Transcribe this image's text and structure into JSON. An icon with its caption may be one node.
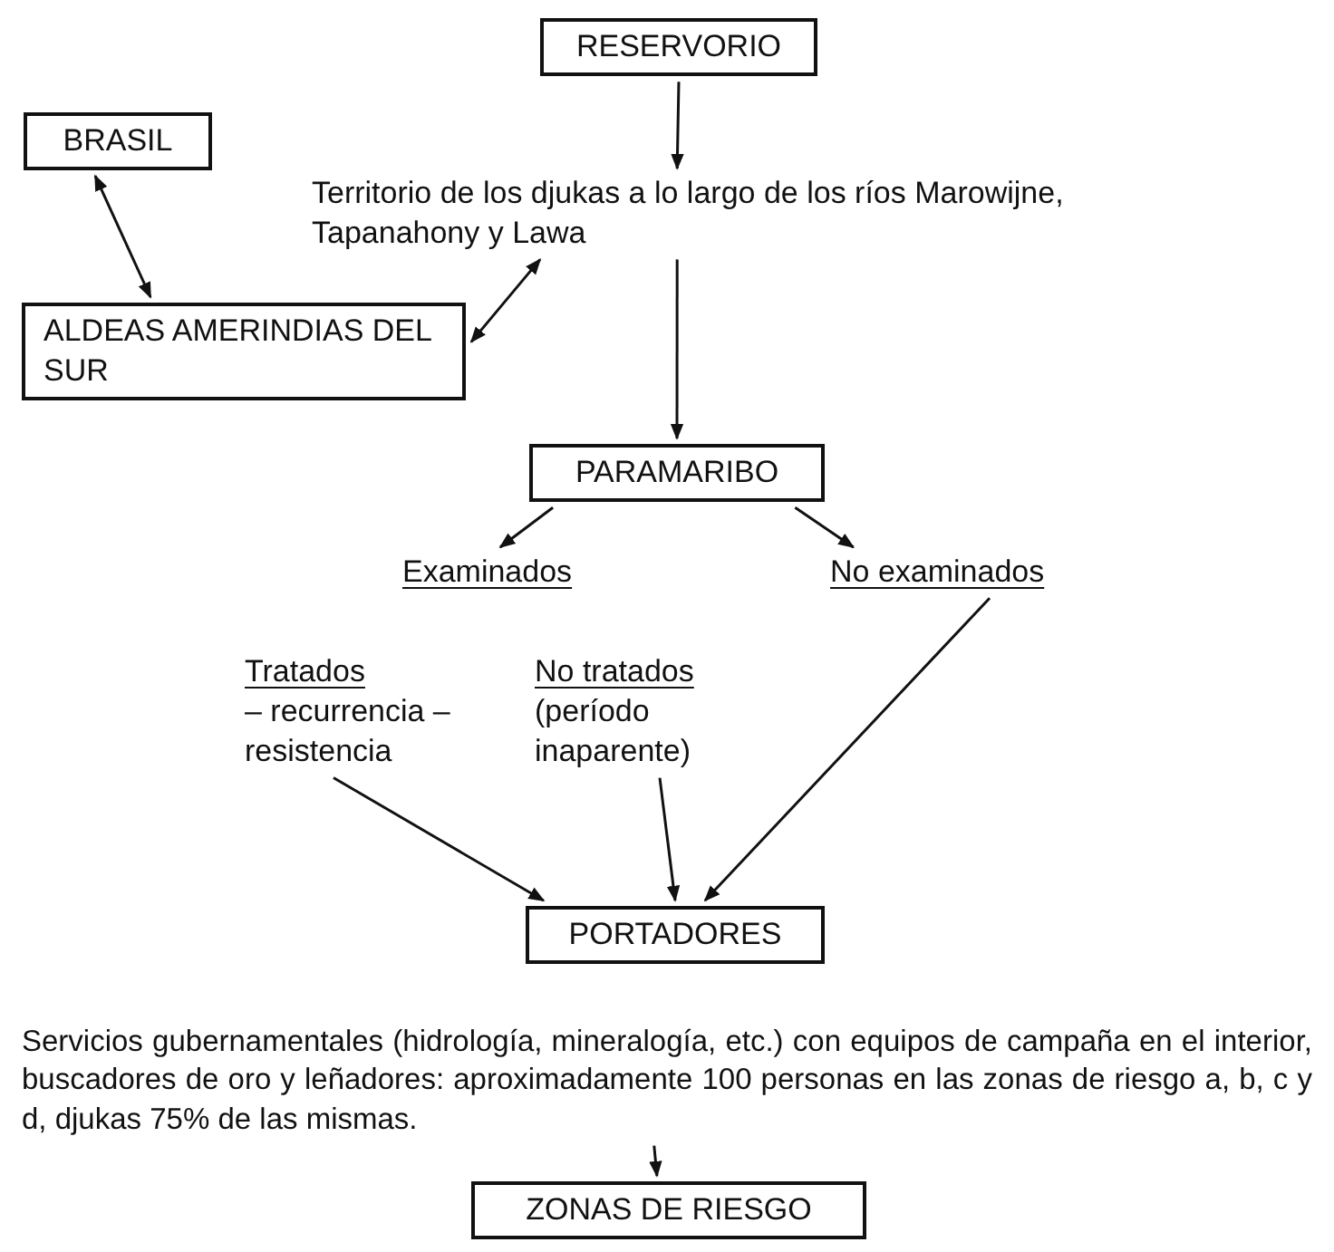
{
  "diagram": {
    "nodes": [
      {
        "text": [
          "RESERVORIO"
        ]
      },
      {
        "text": [
          "BRASIL"
        ]
      },
      {
        "text": [
          "Territorio de los djukas a lo largo de los ríos Marowijne, Tapanahony y Lawa"
        ]
      },
      {
        "text": [
          "ALDEAS AMERINDIAS DEL SUR"
        ]
      },
      {
        "text": [
          "PARAMARIBO"
        ]
      },
      {
        "text": [
          "Examinados"
        ]
      },
      {
        "text": [
          "No examinados"
        ]
      },
      {
        "text": [
          "Tratados",
          "– recurrencia – resistencia"
        ]
      },
      {
        "text": [
          "No tratados",
          "(período inaparente)"
        ]
      },
      {
        "text": [
          "PORTADORES"
        ]
      },
      {
        "text": [
          "Servicios gubernamentales (hidrología, mineralogía, etc.) con equipos de campaña en el interior, buscadores de oro y leñadores: aproximadamente 100 personas en las zonas de riesgo a, b, c y d, djukas 75% de las mismas."
        ]
      },
      {
        "text": [
          "ZONAS DE RIESGO"
        ]
      }
    ],
    "edges": [
      {
        "from": 0,
        "to": 2,
        "arrow": "to"
      },
      {
        "from": 1,
        "to": 3,
        "arrow": "both"
      },
      {
        "from": 3,
        "to": 2,
        "arrow": "both"
      },
      {
        "from": 2,
        "to": 4,
        "arrow": "to"
      },
      {
        "from": 4,
        "to": 5,
        "arrow": "to"
      },
      {
        "from": 4,
        "to": 6,
        "arrow": "to"
      },
      {
        "from": 7,
        "to": 9,
        "arrow": "to"
      },
      {
        "from": 8,
        "to": 9,
        "arrow": "to"
      },
      {
        "from": 6,
        "to": 9,
        "arrow": "to"
      },
      {
        "from": 10,
        "to": 11,
        "arrow": "to"
      }
    ]
  }
}
